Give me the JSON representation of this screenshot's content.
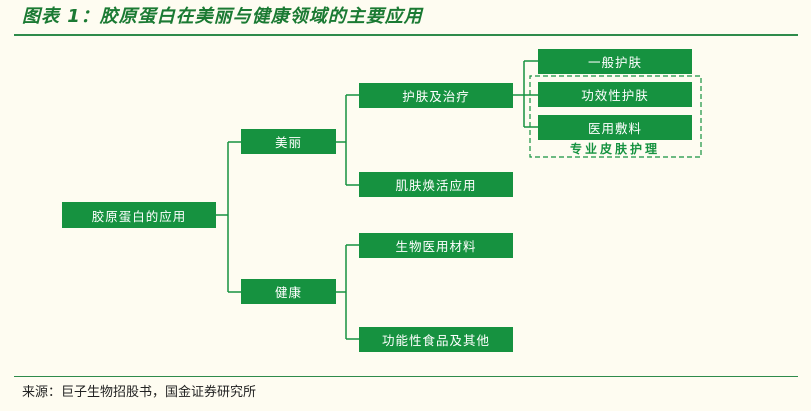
{
  "title": "图表 1：胶原蛋白在美丽与健康领域的主要应用",
  "source": "来源：巨子生物招股书，国金证券研究所",
  "nodes": {
    "root": "胶原蛋白的应用",
    "beauty": "美丽",
    "health": "健康",
    "skincare_treatment": "护肤及治疗",
    "muscle_regen": "肌肤焕活应用",
    "biomed_materials": "生物医用材料",
    "functional_food": "功能性食品及其他",
    "general_skincare": "一般护肤",
    "efficacy_skincare": "功效性护肤",
    "medical_dressing": "医用敷料"
  },
  "professional_label": "专业皮肤护理",
  "colors": {
    "box": "#169240",
    "line": "#169240",
    "background": "#fefcf1"
  }
}
